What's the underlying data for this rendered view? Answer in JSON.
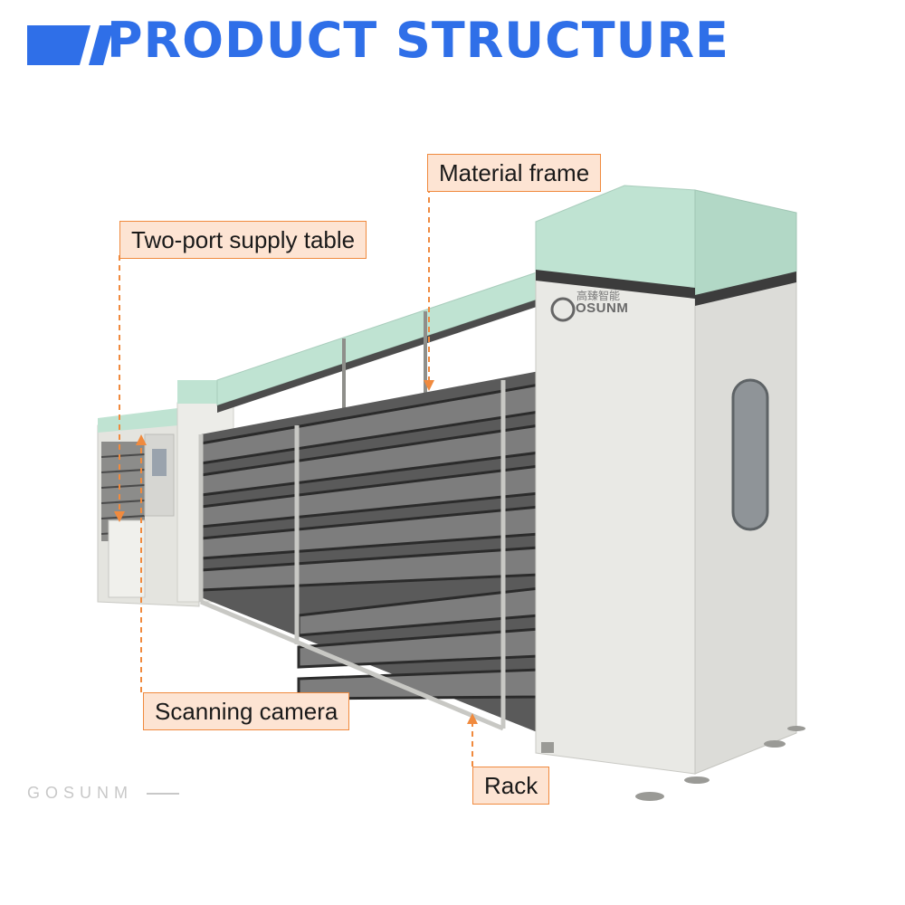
{
  "header": {
    "title": "PRODUCT STRUCTURE"
  },
  "labels": {
    "material_frame": "Material frame",
    "supply_table": "Two-port supply table",
    "scanning_camera": "Scanning camera",
    "rack": "Rack"
  },
  "brand": {
    "logo_text": "OSUNM",
    "logo_cn": "高臻智能",
    "watermark": "GOSUNM"
  },
  "colors": {
    "title_blue": "#2f6fe8",
    "callout_fill": "#fde4d3",
    "callout_border": "#f08a3e",
    "machine_green": "#bfe3d2",
    "machine_body": "#e9e9e5"
  }
}
